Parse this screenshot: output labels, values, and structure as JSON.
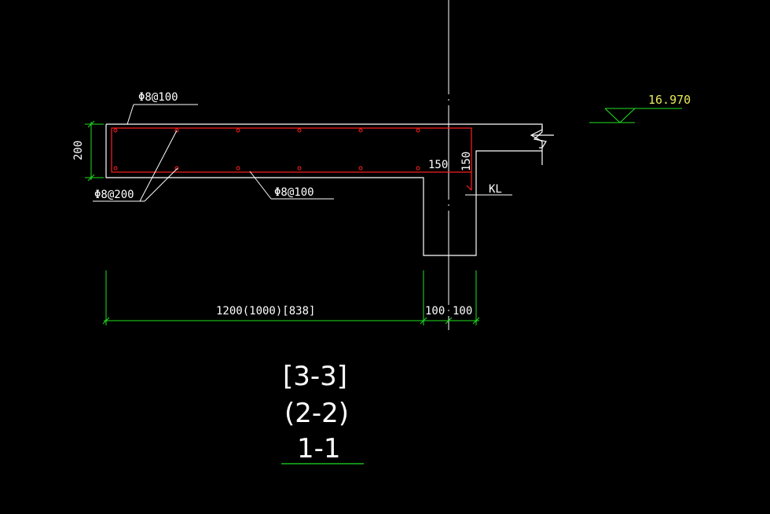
{
  "drawing": {
    "rebar_top": "Φ8@100",
    "rebar_dist_left": "Φ8@200",
    "rebar_bottom": "Φ8@100",
    "dim_thickness": "200",
    "dim_cover_horizontal": "150",
    "dim_cover_vertical": "150",
    "beam_label": "KL",
    "elevation": "16.970",
    "dim_span": "1200(1000)[838]",
    "dim_left_half": "100",
    "dim_right_half": "100",
    "section_titles": [
      "[3-3]",
      "(2-2)",
      "1-1"
    ],
    "colors": {
      "background": "#000000",
      "outline": "#ffffff",
      "rebar": "#ff2020",
      "dimension": "#20e020",
      "elevation_text": "#e8e85a"
    }
  }
}
